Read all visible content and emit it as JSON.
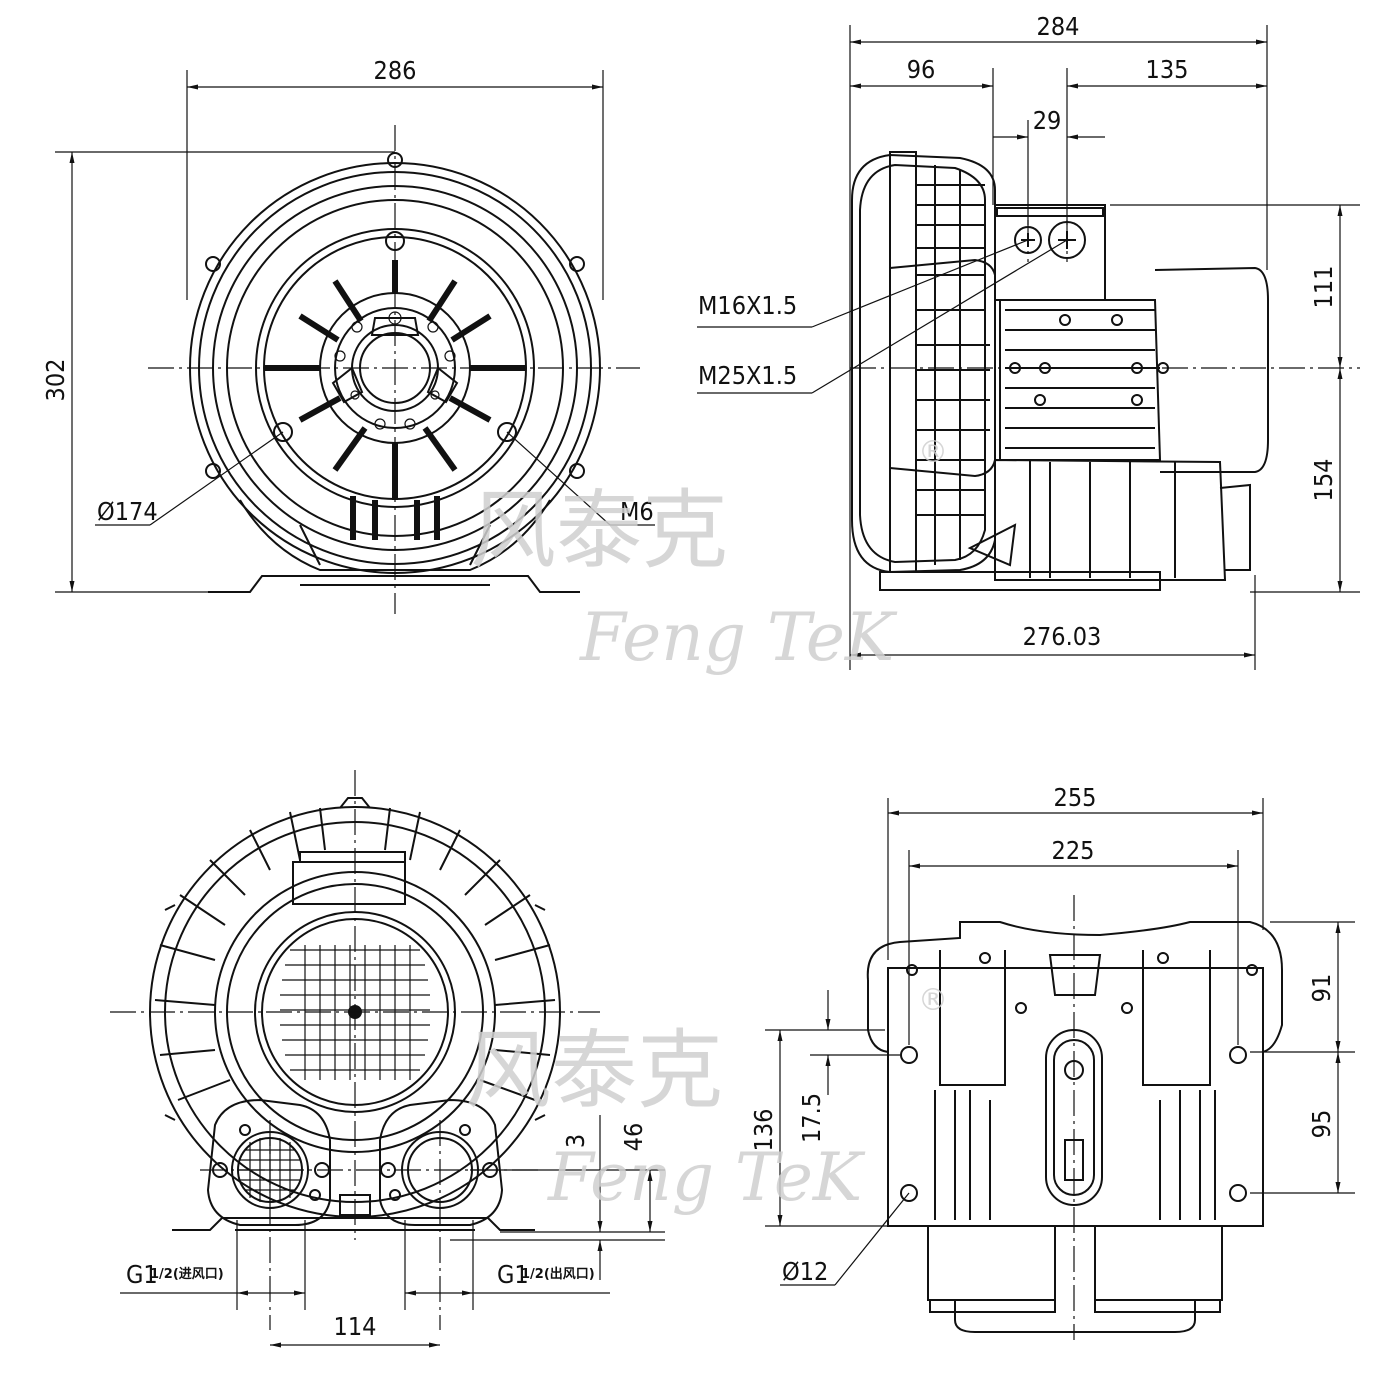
{
  "dimensions": {
    "front_width": "286",
    "front_height": "302",
    "impeller_dia": "Ø174",
    "bolt": "M6",
    "side_total": "284",
    "side_left": "96",
    "side_right": "135",
    "terminal_offset": "29",
    "gland_small": "M16X1.5",
    "gland_large": "M25X1.5",
    "height_upper": "111",
    "height_lower": "154",
    "side_base": "276.03",
    "rear_port_h": "46",
    "rear_port_offset": "3",
    "inlet_label_main": "G1",
    "inlet_label_sub": "1/2(进风口)",
    "outlet_label_main": "G1",
    "outlet_label_sub": "1/2(出风口)",
    "port_spacing": "114",
    "base_width": "255",
    "hole_span": "225",
    "base_depth": "136",
    "base_offset": "17.5",
    "base_upper": "91",
    "base_lower": "95",
    "hole_dia": "Ø12"
  },
  "watermark": {
    "chinese": "风泰克",
    "english": "Feng  TeK",
    "mark": "®"
  },
  "colors": {
    "line": "#111111",
    "watermark": "#d0d0d0",
    "background": "#ffffff"
  }
}
